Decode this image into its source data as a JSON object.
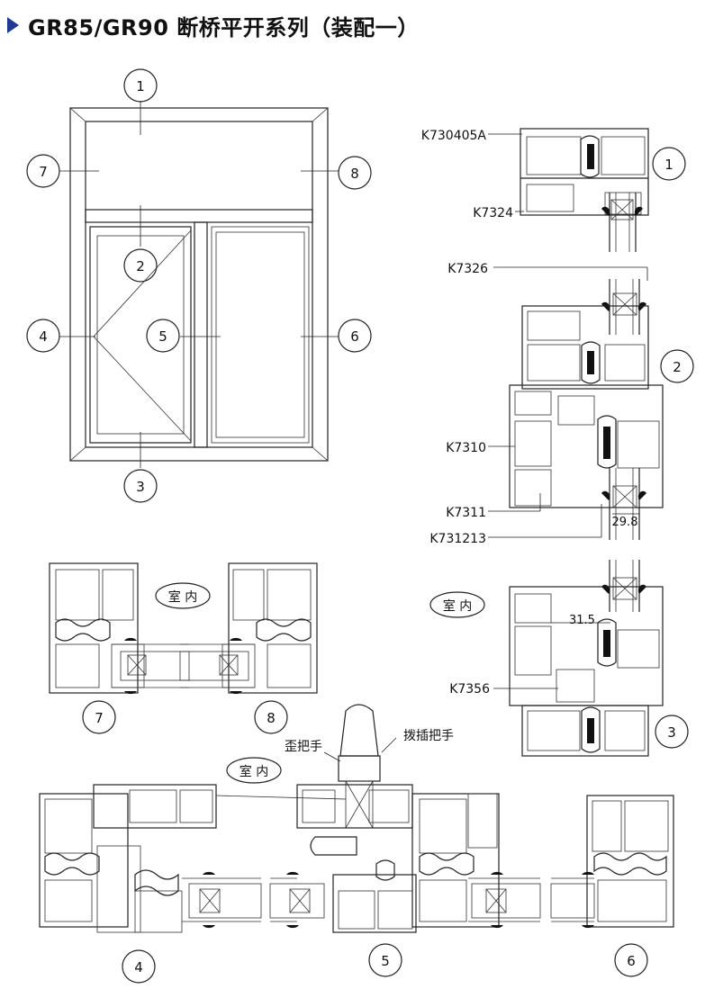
{
  "page": {
    "title": "GR85/GR90 断桥平开系列（装配一）",
    "accent_color": "#1f3a93"
  },
  "elevation": {
    "markers": [
      "1",
      "2",
      "3",
      "4",
      "5",
      "6",
      "7",
      "8"
    ]
  },
  "section_1": {
    "marker": "1",
    "labels": [
      "K730405A",
      "K7324"
    ]
  },
  "section_2": {
    "marker": "2",
    "labels": [
      "K7326",
      "K7310",
      "K7311",
      "K731213"
    ],
    "dimension": "29.8"
  },
  "section_3": {
    "marker": "3",
    "labels": [
      "K7356"
    ],
    "dimension": "31.5",
    "interior": "室 内"
  },
  "section_7": {
    "marker": "7"
  },
  "section_8": {
    "marker": "8"
  },
  "interior_top": "室 内",
  "section_4": {
    "marker": "4"
  },
  "section_5": {
    "marker": "5",
    "interior": "室 内",
    "labels": [
      "歪把手",
      "拨插把手"
    ]
  },
  "section_6": {
    "marker": "6"
  }
}
